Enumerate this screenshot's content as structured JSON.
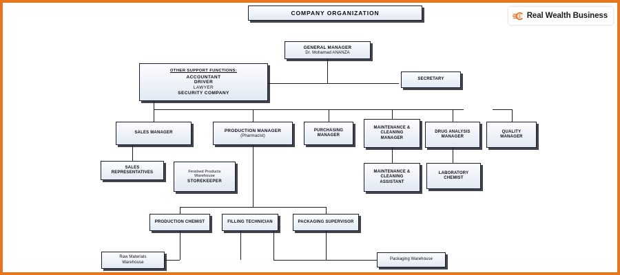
{
  "chart_data": {
    "type": "diagram",
    "title": "COMPANY  ORGANIZATION",
    "nodes": [
      {
        "id": "title",
        "label": "COMPANY  ORGANIZATION"
      },
      {
        "id": "gm",
        "label": "GENERAL MANAGER",
        "sub": "Dr. Mohamad ANANZA"
      },
      {
        "id": "support",
        "header": "OTHER SUPPORT FUNCTIONS:",
        "items": [
          "ACCOUNTANT",
          "DRIVER",
          "LAWYER",
          "SECURITY COMPANY"
        ]
      },
      {
        "id": "secretary",
        "label": "SECRETARY"
      },
      {
        "id": "sales_mgr",
        "label": "SALES MANAGER"
      },
      {
        "id": "prod_mgr",
        "label": "PRODUCTION MANAGER",
        "sub": "(Pharmacist)"
      },
      {
        "id": "purch_mgr",
        "lines": [
          "PURCHASING",
          "MANAGER"
        ]
      },
      {
        "id": "maint_mgr",
        "lines": [
          "MAINTENANCE &",
          "CLEANING",
          "MANAGER"
        ]
      },
      {
        "id": "drug_mgr",
        "lines": [
          "DRUG ANALYSIS",
          "MANAGER"
        ]
      },
      {
        "id": "qual_mgr",
        "lines": [
          "QUALITY",
          "MANAGER"
        ]
      },
      {
        "id": "sales_reps",
        "lines": [
          "SALES",
          "REPRESENTATIVES"
        ]
      },
      {
        "id": "storekeeper",
        "lines": [
          "Finished Products",
          "Warehouse",
          "STOREKEEPER"
        ]
      },
      {
        "id": "maint_asst",
        "lines": [
          "MAINTENANCE &",
          "CLEANING",
          "ASSISTANT"
        ]
      },
      {
        "id": "lab_chemist",
        "lines": [
          "LABORATORY",
          "CHEMIST"
        ]
      },
      {
        "id": "prod_chemist",
        "label": "PRODUCTION CHEMIST"
      },
      {
        "id": "filling_tech",
        "label": "FILLING TECHNICIAN"
      },
      {
        "id": "pack_sup",
        "label": "PACKAGING SUPERVISOR"
      },
      {
        "id": "raw_wh",
        "lines": [
          "Raw Materials",
          "Warehouse"
        ]
      },
      {
        "id": "pack_wh",
        "label": "Packaging Warehouse"
      }
    ],
    "edges": [
      {
        "from": "gm",
        "to": "bus-top"
      },
      {
        "from": "bus-top",
        "to": "support"
      },
      {
        "from": "bus-top",
        "to": "secretary"
      },
      {
        "from": "support",
        "to": "sales_mgr"
      },
      {
        "from": "support",
        "to": "prod_mgr"
      },
      {
        "from": "support",
        "to": "purch_mgr"
      },
      {
        "from": "support",
        "to": "maint_mgr"
      },
      {
        "from": "support",
        "to": "drug_mgr"
      },
      {
        "from": "support",
        "to": "qual_mgr"
      },
      {
        "from": "sales_mgr",
        "to": "sales_reps"
      },
      {
        "from": "prod_mgr",
        "to": "prod_chemist"
      },
      {
        "from": "prod_mgr",
        "to": "filling_tech"
      },
      {
        "from": "prod_mgr",
        "to": "pack_sup"
      },
      {
        "from": "maint_mgr",
        "to": "maint_asst"
      },
      {
        "from": "drug_mgr",
        "to": "lab_chemist"
      },
      {
        "from": "prod_chemist",
        "to": "raw_wh"
      },
      {
        "from": "filling_tech",
        "to": "pack_wh"
      },
      {
        "from": "pack_sup",
        "to": "pack_wh"
      }
    ]
  },
  "chart": {
    "title": "COMPANY  ORGANIZATION",
    "general_manager": {
      "title": "GENERAL MANAGER",
      "name": "Dr. Mohamad ANANZA"
    },
    "support": {
      "header": "OTHER SUPPORT FUNCTIONS:",
      "item1": "ACCOUNTANT",
      "item2": "DRIVER",
      "item3": "LAWYER",
      "item4": "SECURITY COMPANY"
    },
    "secretary": "SECRETARY",
    "sales_manager": "SALES MANAGER",
    "production_manager": {
      "title": "PRODUCTION MANAGER",
      "sub": "(Pharmacist)"
    },
    "purchasing_manager": {
      "line1": "PURCHASING",
      "line2": "MANAGER"
    },
    "maintenance_manager": {
      "line1": "MAINTENANCE &",
      "line2": "CLEANING",
      "line3": "MANAGER"
    },
    "drug_analysis_manager": {
      "line1": "DRUG ANALYSIS",
      "line2": "MANAGER"
    },
    "quality_manager": {
      "line1": "QUALITY",
      "line2": "MANAGER"
    },
    "sales_representatives": {
      "line1": "SALES",
      "line2": "REPRESENTATIVES"
    },
    "storekeeper": {
      "line1": "Finished Products",
      "line2": "Warehouse",
      "line3": "STOREKEEPER"
    },
    "maintenance_assistant": {
      "line1": "MAINTENANCE &",
      "line2": "CLEANING",
      "line3": "ASSISTANT"
    },
    "laboratory_chemist": {
      "line1": "LABORATORY",
      "line2": "CHEMIST"
    },
    "production_chemist": "PRODUCTION CHEMIST",
    "filling_technician": "FILLING TECHNICIAN",
    "packaging_supervisor": "PACKAGING SUPERVISOR",
    "raw_materials_warehouse": {
      "line1": "Raw Materials",
      "line2": "Warehouse"
    },
    "packaging_warehouse": "Packaging Warehouse"
  },
  "branding": {
    "name": "Real Wealth Business",
    "mark": "comet-c-icon",
    "mark_color": "#f07020"
  },
  "colors": {
    "page_border": "#e8761e",
    "box_fill": "#eef2f8",
    "box_border": "#1b1b2f",
    "line": "#1a1a26",
    "text": "#0b0b17"
  }
}
